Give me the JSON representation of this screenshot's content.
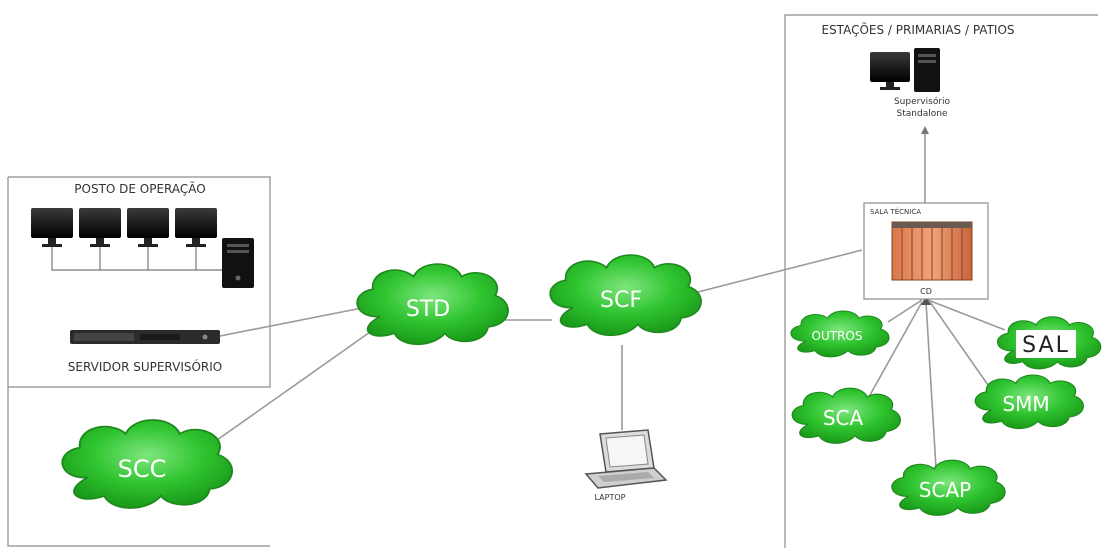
{
  "posto": {
    "title": "POSTO DE OPERAÇÃO",
    "server_label": "SERVIDOR SUPERVISÓRIO"
  },
  "estacoes": {
    "title": "ESTAÇÕES / PRIMARIAS / PATIOS",
    "supervisorio_line1": "Supervisório",
    "supervisorio_line2": "Standalone",
    "sala_tecnica": "SALA TÉCNICA",
    "cd": "CD"
  },
  "clouds": {
    "std": "STD",
    "scf": "SCF",
    "scc": "SCC",
    "outros": "OUTROS",
    "sal": "SAL",
    "sca": "SCA",
    "smm": "SMM",
    "scap": "SCAP"
  },
  "laptop_label": "LAPTOP",
  "colors": {
    "cloud_fill": "#2fc42f",
    "cloud_stroke": "#1e8a1e",
    "line": "#9a9a9a",
    "box_border": "#8c8c8c"
  }
}
